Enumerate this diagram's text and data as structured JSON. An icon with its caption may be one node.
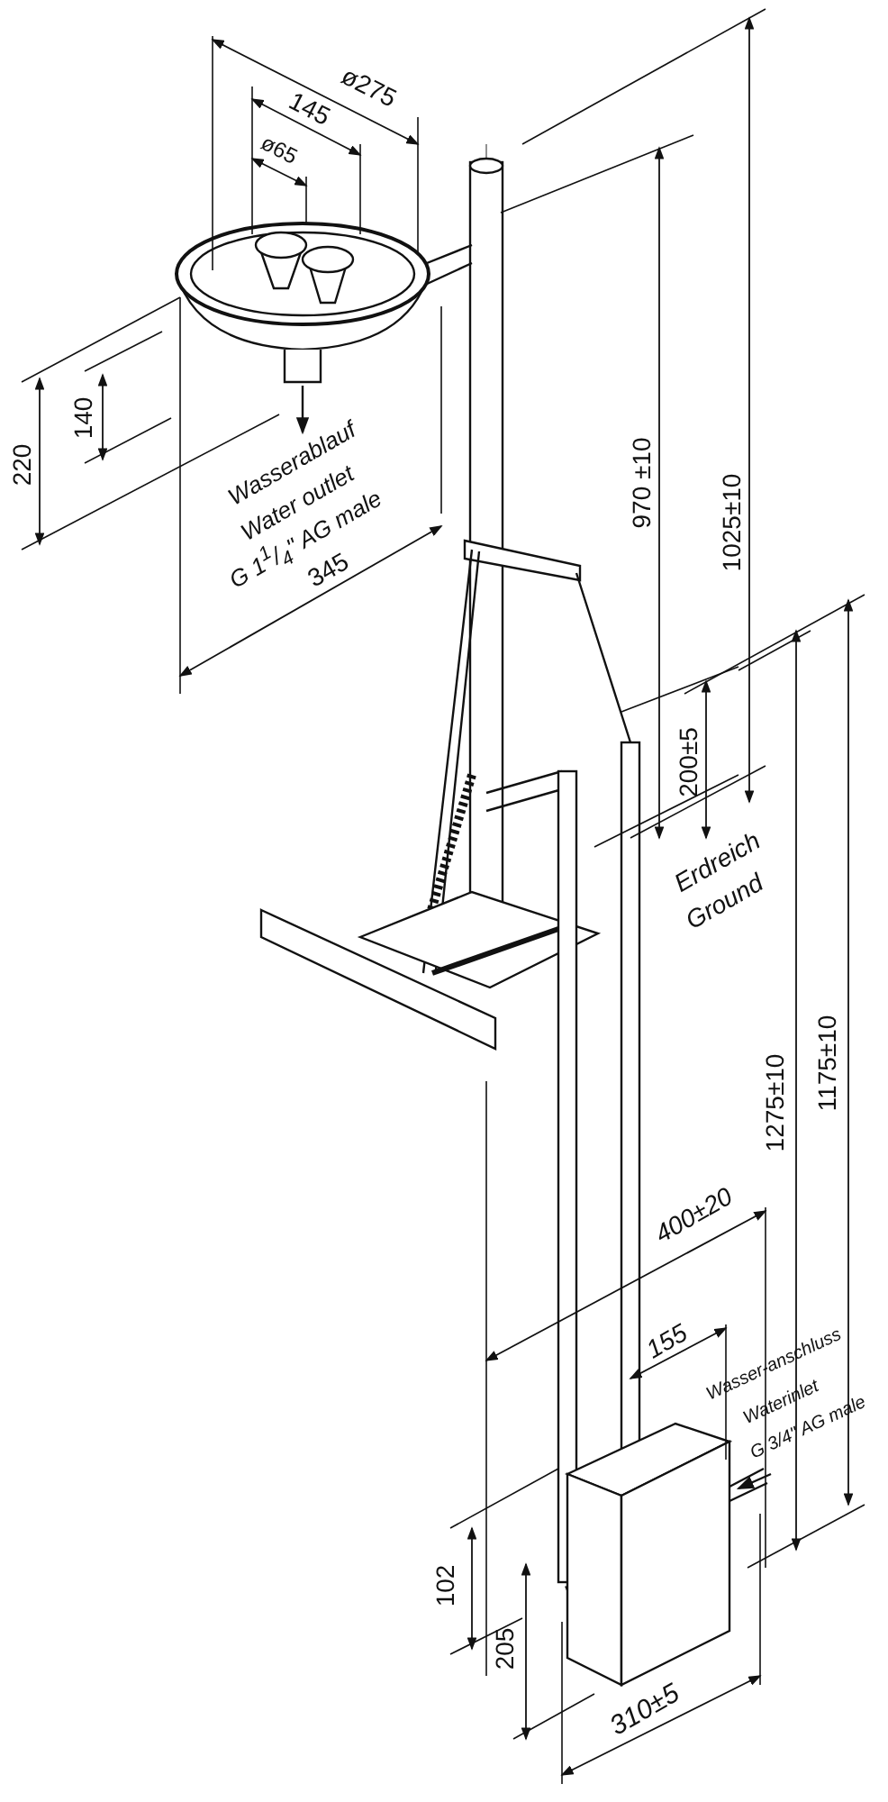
{
  "diagram": {
    "labels": [
      "ø275",
      "145",
      "ø65",
      "140",
      "220",
      "Wasserablauf",
      "Water outlet",
      "G 1$^{1}$/$_{4}$\" AG male",
      "345",
      "970 ±10",
      "1025±10",
      "200±5",
      "Erdreich",
      "Ground",
      "1275±10",
      "1175±10",
      "400±20",
      "155",
      "Wasser-anschluss",
      "Waterinlet",
      "G 3/4\" AG male",
      "102",
      "205",
      "310±5"
    ]
  }
}
